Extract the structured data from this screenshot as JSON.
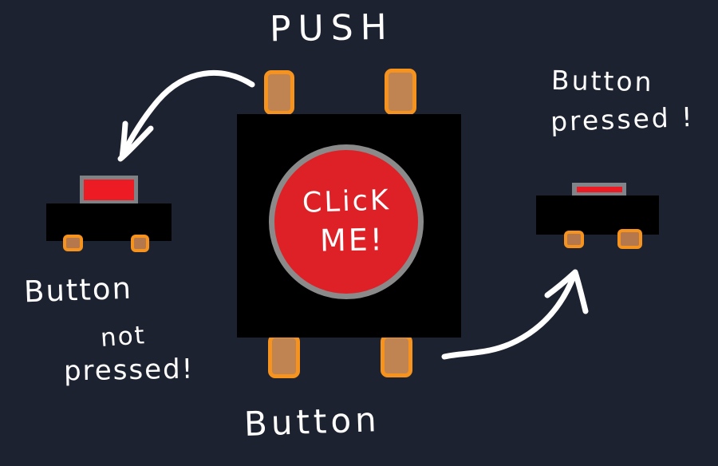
{
  "title": "Push button hand-drawn diagram",
  "labels": {
    "push": "PUSH",
    "button_bottom": "Button",
    "click_line1": "CLicK",
    "click_line2": "ME!",
    "not_pressed_line1": "Button",
    "not_pressed_line2": "not",
    "not_pressed_line3": "pressed!",
    "pressed_line1": "Button",
    "pressed_line2": "pressed !"
  },
  "colors": {
    "background": "#1d2230",
    "component_body_black": "#000000",
    "click_button_red": "#de2127",
    "click_button_ring_gray": "#8a8a8a",
    "cap_red": "#ed1c24",
    "cap_gray": "#7f8285",
    "pin_border_orange": "#f6921e",
    "pin_fill_tan": "#c08453",
    "side_pin_fill_tan": "#b5784c",
    "ink_white": "#ffffff"
  }
}
